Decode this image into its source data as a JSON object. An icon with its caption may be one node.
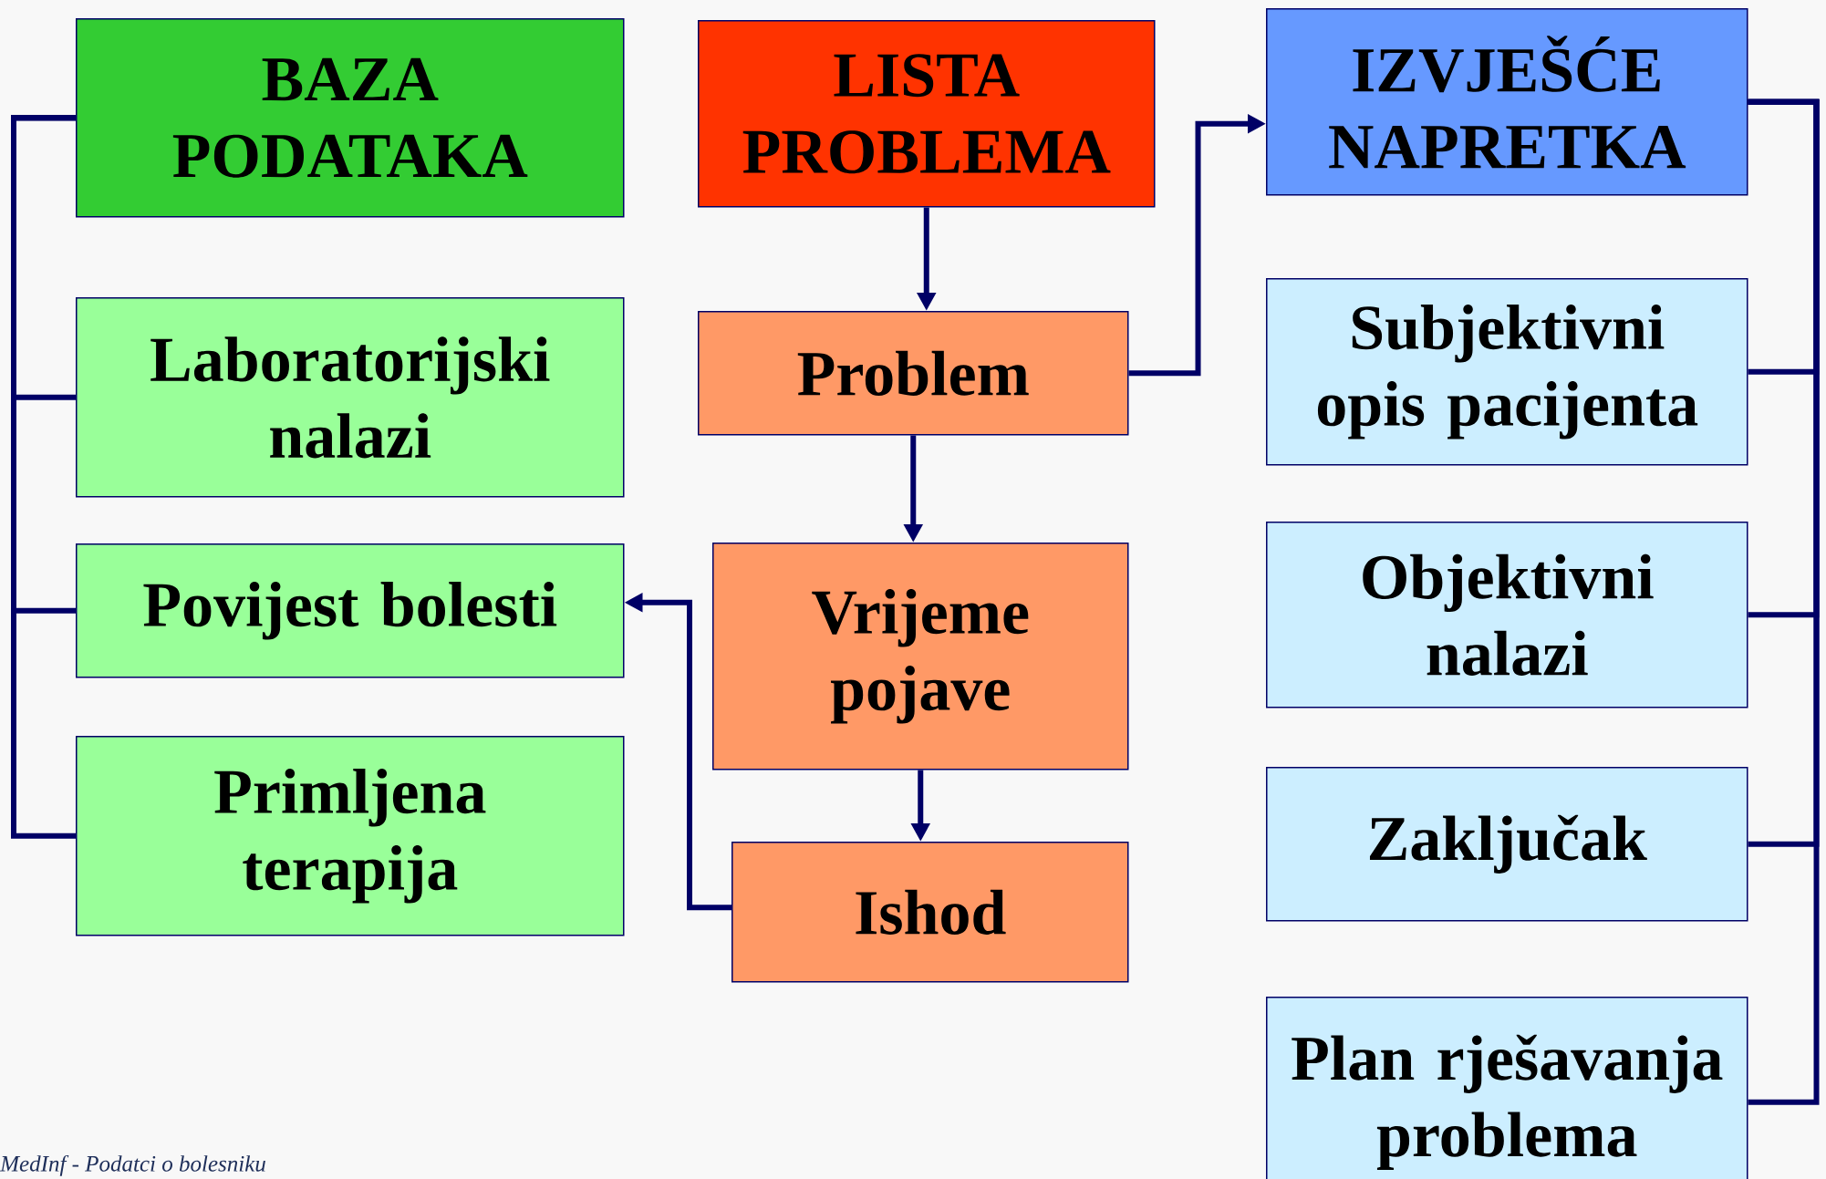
{
  "diagram": {
    "nodes": [
      {
        "text": [
          "BAZA PODATAKA"
        ]
      },
      {
        "text": [
          "Laboratorijski nalazi"
        ]
      },
      {
        "text": [
          "Povijest bolesti"
        ]
      },
      {
        "text": [
          "Primljena terapija"
        ]
      },
      {
        "text": [
          "LISTA PROBLEMA"
        ]
      },
      {
        "text": [
          "Problem"
        ]
      },
      {
        "text": [
          "Vrijeme pojave"
        ]
      },
      {
        "text": [
          "Ishod"
        ]
      },
      {
        "text": [
          "IZVJEŠĆE NAPRETKA"
        ]
      },
      {
        "text": [
          "Subjektivni opis pacijenta"
        ]
      },
      {
        "text": [
          "Objektivni nalazi"
        ]
      },
      {
        "text": [
          "Zaključak"
        ]
      },
      {
        "text": [
          "Plan rješavanja problema"
        ]
      }
    ],
    "edges": [
      {
        "from": 0,
        "to": 1,
        "arrow": "none"
      },
      {
        "from": 0,
        "to": 2,
        "arrow": "none"
      },
      {
        "from": 0,
        "to": 3,
        "arrow": "none"
      },
      {
        "from": 4,
        "to": 5,
        "arrow": "to"
      },
      {
        "from": 5,
        "to": 6,
        "arrow": "to"
      },
      {
        "from": 6,
        "to": 7,
        "arrow": "to"
      },
      {
        "from": 5,
        "to": 8,
        "arrow": "to"
      },
      {
        "from": 7,
        "to": 2,
        "arrow": "to"
      },
      {
        "from": 8,
        "to": 9,
        "arrow": "none"
      },
      {
        "from": 8,
        "to": 10,
        "arrow": "none"
      },
      {
        "from": 8,
        "to": 11,
        "arrow": "none"
      },
      {
        "from": 8,
        "to": 12,
        "arrow": "none"
      }
    ],
    "labels": [
      "MedInf - Podatci o bolesniku"
    ]
  }
}
